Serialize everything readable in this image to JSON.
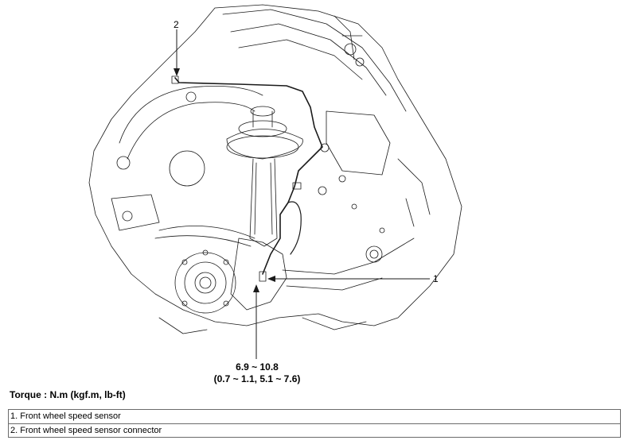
{
  "callouts": {
    "label_1": "1",
    "label_2": "2"
  },
  "torque": {
    "value_nm": "6.9 ~ 10.8",
    "value_alt": "(0.7 ~ 1.1, 5.1 ~ 7.6)",
    "title": "Torque : N.m (kgf.m, lb-ft)"
  },
  "legend": {
    "items": [
      "1. Front wheel speed sensor",
      "2. Front wheel speed sensor connector"
    ]
  },
  "colors": {
    "line": "#1a1a1a",
    "legend_border": "#6b6b6b"
  }
}
